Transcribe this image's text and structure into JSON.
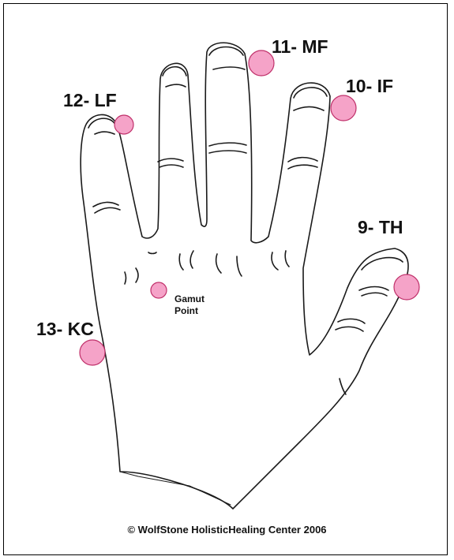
{
  "points": [
    {
      "id": "mf",
      "label": "11- MF"
    },
    {
      "id": "if",
      "label": "10- IF"
    },
    {
      "id": "lf",
      "label": "12- LF"
    },
    {
      "id": "th",
      "label": "9- TH"
    },
    {
      "id": "kc",
      "label": "13- KC"
    }
  ],
  "gamut": {
    "line1": "Gamut",
    "line2": "Point"
  },
  "copyright": "© WolfStone HolisticHealing Center 2006",
  "colors": {
    "point_fill": "#f5a3c8",
    "point_stroke": "#c0306a",
    "ink": "#1a1a1a"
  }
}
